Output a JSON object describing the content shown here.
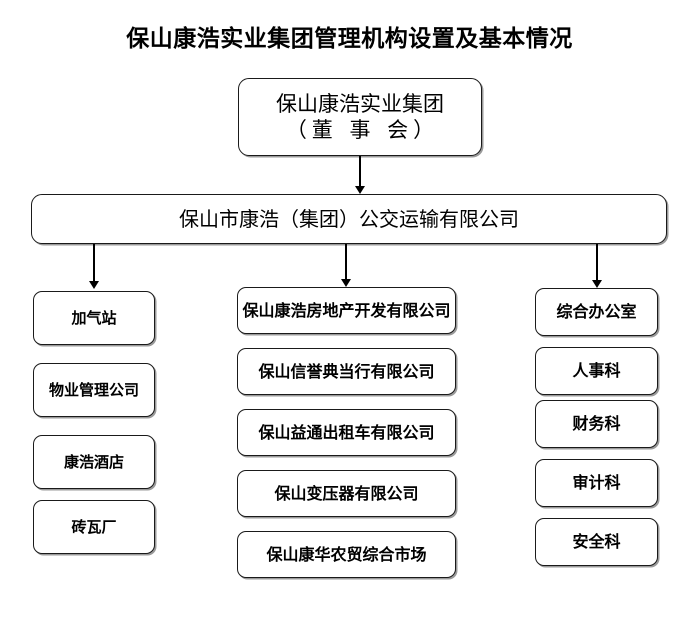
{
  "title": "保山康浩实业集团管理机构设置及基本情况",
  "root": {
    "line1": "保山康浩实业集团",
    "line2": "（董 事 会）"
  },
  "level2": {
    "label": "保山市康浩（集团）公交运输有限公司"
  },
  "columns": {
    "left": {
      "items": [
        {
          "label": "加气站"
        },
        {
          "label": "物业管理公司"
        },
        {
          "label": "康浩酒店"
        },
        {
          "label": "砖瓦厂"
        }
      ]
    },
    "middle": {
      "items": [
        {
          "label": "保山康浩房地产开发有限公司"
        },
        {
          "label": "保山信誉典当行有限公司"
        },
        {
          "label": "保山益通出租车有限公司"
        },
        {
          "label": "保山变压器有限公司"
        },
        {
          "label": "保山康华农贸综合市场"
        }
      ]
    },
    "right": {
      "items": [
        {
          "label": "综合办公室"
        },
        {
          "label": "人事科"
        },
        {
          "label": "财务科"
        },
        {
          "label": "审计科"
        },
        {
          "label": "安全科"
        }
      ]
    }
  },
  "colors": {
    "background": "#ffffff",
    "text": "#000000",
    "border": "#1a1a1a",
    "shadow": "#9a9a9a",
    "connector": "#000000"
  }
}
